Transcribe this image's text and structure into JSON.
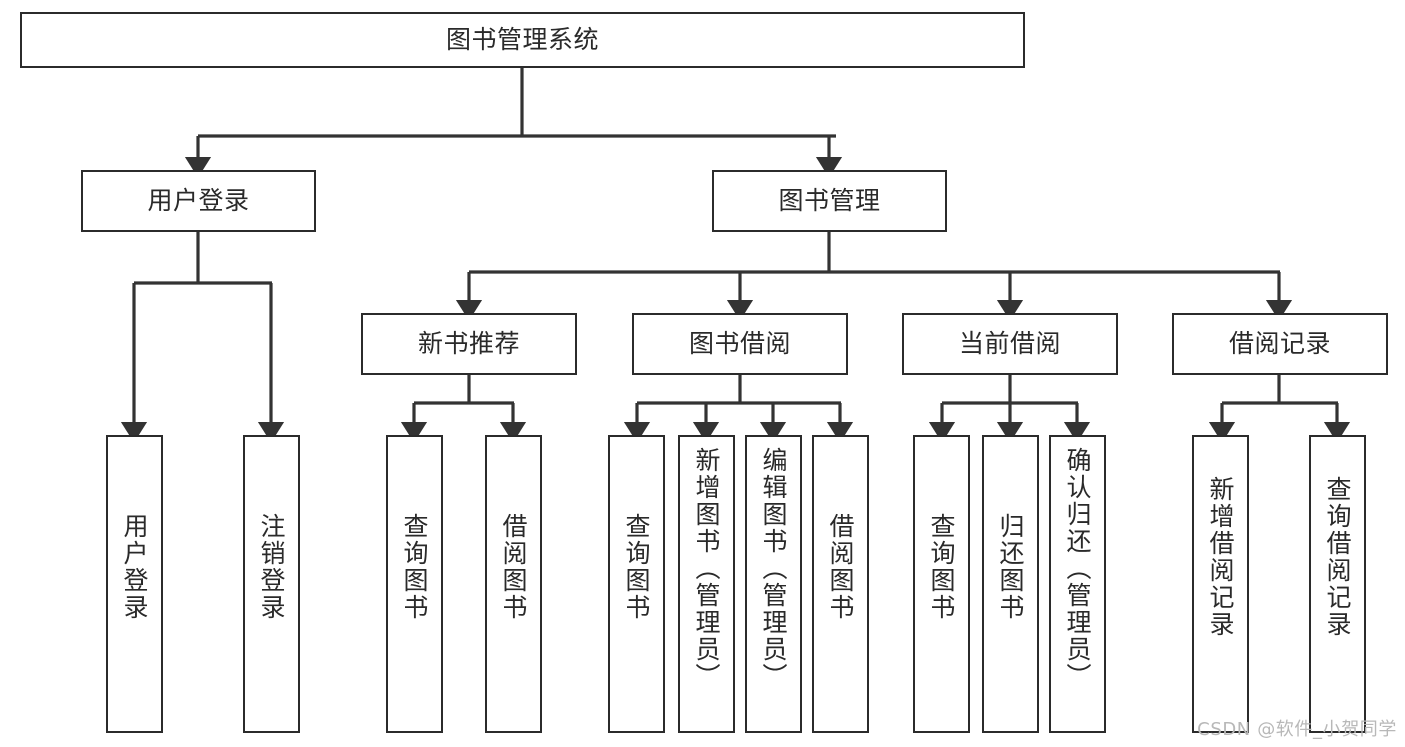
{
  "diagram": {
    "title": "图书管理系统",
    "type": "tree-hierarchy",
    "watermark": "CSDN @软件_小贺同学",
    "colors": {
      "box_border": "#2b2b2b",
      "box_fill": "#ffffff",
      "connector": "#333333",
      "text": "#2a2a2a",
      "watermark": "#b8b8b8",
      "background": "#ffffff"
    },
    "root": {
      "label": "图书管理系统"
    },
    "level2": [
      {
        "label": "用户登录"
      },
      {
        "label": "图书管理"
      }
    ],
    "level3": [
      {
        "label": "新书推荐"
      },
      {
        "label": "图书借阅"
      },
      {
        "label": "当前借阅"
      },
      {
        "label": "借阅记录"
      }
    ],
    "leaves": {
      "user_login": [
        {
          "label": "用户登录"
        },
        {
          "label": "注销登录"
        }
      ],
      "new_book": [
        {
          "label": "查询图书"
        },
        {
          "label": "借阅图书"
        }
      ],
      "book_borrow": [
        {
          "label": "查询图书"
        },
        {
          "label": "新增图书（管理员）"
        },
        {
          "label": "编辑图书（管理员）"
        },
        {
          "label": "借阅图书"
        }
      ],
      "current_borrow": [
        {
          "label": "查询图书"
        },
        {
          "label": "归还图书"
        },
        {
          "label": "确认归还（管理员）"
        }
      ],
      "borrow_record": [
        {
          "label": "新增借阅记录"
        },
        {
          "label": "查询借阅记录"
        }
      ]
    }
  }
}
